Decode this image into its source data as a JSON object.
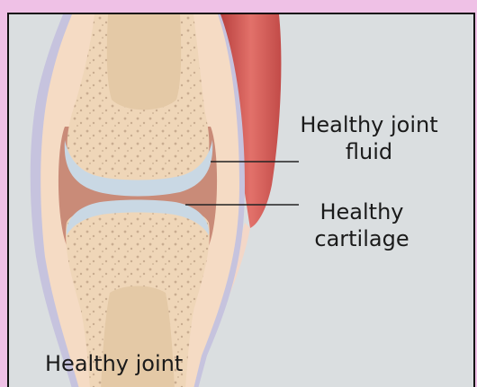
{
  "labels": {
    "fluid_line1": "Healthy joint",
    "fluid_line2": "fluid",
    "cartilage_line1": "Healthy",
    "cartilage_line2": "cartilage",
    "caption": "Healthy joint"
  },
  "colors": {
    "page_border": "#efc1e6",
    "panel_background": "#dadee0",
    "bone": "#efd6b8",
    "bone_pores": "#b79a7f",
    "marrow": "#e4c9a6",
    "cartilage": "#c9d8e4",
    "synovial_fluid": "#c98b78",
    "capsule": "#f5dbc4",
    "outer_membrane": "#c6c3de",
    "muscle": "#d55a55"
  }
}
